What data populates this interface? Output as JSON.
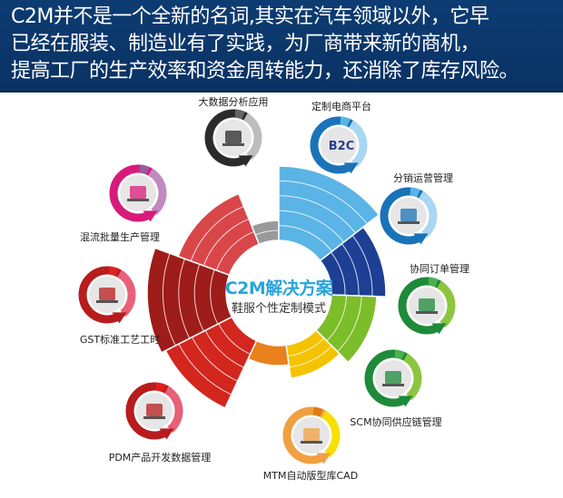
{
  "header": {
    "lines": [
      "C2M并不是一个全新的名词,其实在汽车领域以外，它早",
      "已经在服装、制造业有了实践，为厂商带来新的商机，",
      "提高工厂的生产效率和资金周转能力，还消除了库存风险。"
    ]
  },
  "center": {
    "title": "C2M解决方案",
    "subtitle": "鞋服个性定制模式",
    "title_color": "#29a4dc"
  },
  "segments": [
    {
      "name": "gray",
      "color": "#9a9a9a"
    },
    {
      "name": "light-blue",
      "color": "#5bb4e6"
    },
    {
      "name": "dark-blue",
      "color": "#1d3f94"
    },
    {
      "name": "green",
      "color": "#7cbd2a"
    },
    {
      "name": "yellow",
      "color": "#f4c300"
    },
    {
      "name": "orange",
      "color": "#e8811c"
    },
    {
      "name": "red",
      "color": "#d2261f"
    },
    {
      "name": "dark-red",
      "color": "#9e1c1a"
    },
    {
      "name": "light-red",
      "color": "#d9464a"
    }
  ],
  "modules": [
    {
      "label": "大数据分析应用",
      "icon": "bar-arrow-icon",
      "colors": [
        "#2b2b2b",
        "#bdbdbd",
        "#666666"
      ]
    },
    {
      "label": "定制电商平台",
      "icon": "b2c-icon",
      "glyph": "B2C",
      "colors": [
        "#1a73b8",
        "#a9d6f3",
        "#5bb4e6"
      ]
    },
    {
      "label": "分销运营管理",
      "icon": "truck-icon",
      "colors": [
        "#1a73b8",
        "#a9d6f3",
        "#5bb4e6"
      ]
    },
    {
      "label": "协同订单管理",
      "icon": "people-icon",
      "colors": [
        "#1e8a3a",
        "#8cc63f",
        "#4caf50"
      ]
    },
    {
      "label": "SCM协同供应链管理",
      "icon": "delivery-cart-icon",
      "colors": [
        "#1e8a3a",
        "#8cc63f",
        "#4caf50"
      ]
    },
    {
      "label": "MTM自动版型库CAD",
      "icon": "laptop-icon",
      "colors": [
        "#f0a040",
        "#f5e000",
        "#e07b10"
      ]
    },
    {
      "label": "PDM产品开发数据管理",
      "icon": "mannequin-icon",
      "colors": [
        "#b81c1c",
        "#e8607a",
        "#e02020"
      ]
    },
    {
      "label": "GST标准工艺工时",
      "icon": "sewing-machine-icon",
      "colors": [
        "#b81c1c",
        "#e8607a",
        "#e02020"
      ]
    },
    {
      "label": "混流批量生产管理",
      "icon": "production-line-icon",
      "colors": [
        "#d81b7a",
        "#c08ac0",
        "#9a5aa0"
      ]
    }
  ]
}
